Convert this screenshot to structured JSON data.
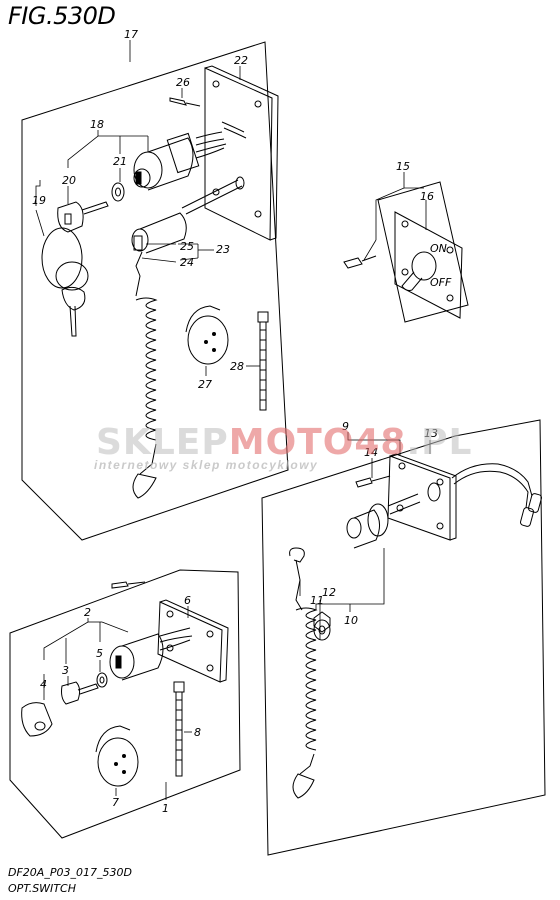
{
  "title": "FIG.530D",
  "footer": {
    "code": "DF20A_P03_017_530D",
    "name": "OPT.SWITCH"
  },
  "watermark": {
    "part1": "SKLEP",
    "part2": "MOTO",
    "part3": "48",
    "part4": ".PL",
    "tagline": "internetowy sklep motocyklowy"
  },
  "callouts": {
    "n1": "1",
    "n2": "2",
    "n3": "3",
    "n4": "4",
    "n5": "5",
    "n6": "6",
    "n7": "7",
    "n8": "8",
    "n9": "9",
    "n10": "10",
    "n11": "11",
    "n12": "12",
    "n13": "13",
    "n14": "14",
    "n15": "15",
    "n16": "16",
    "n17": "17",
    "n18": "18",
    "n19": "19",
    "n20": "20",
    "n21": "21",
    "n22": "22",
    "n23": "23",
    "n24": "24",
    "n25": "25",
    "n26": "26",
    "n27": "27",
    "n28": "28"
  },
  "colors": {
    "line": "#000000",
    "watermark_red": "#e06060",
    "watermark_gray": "#bebebe"
  }
}
